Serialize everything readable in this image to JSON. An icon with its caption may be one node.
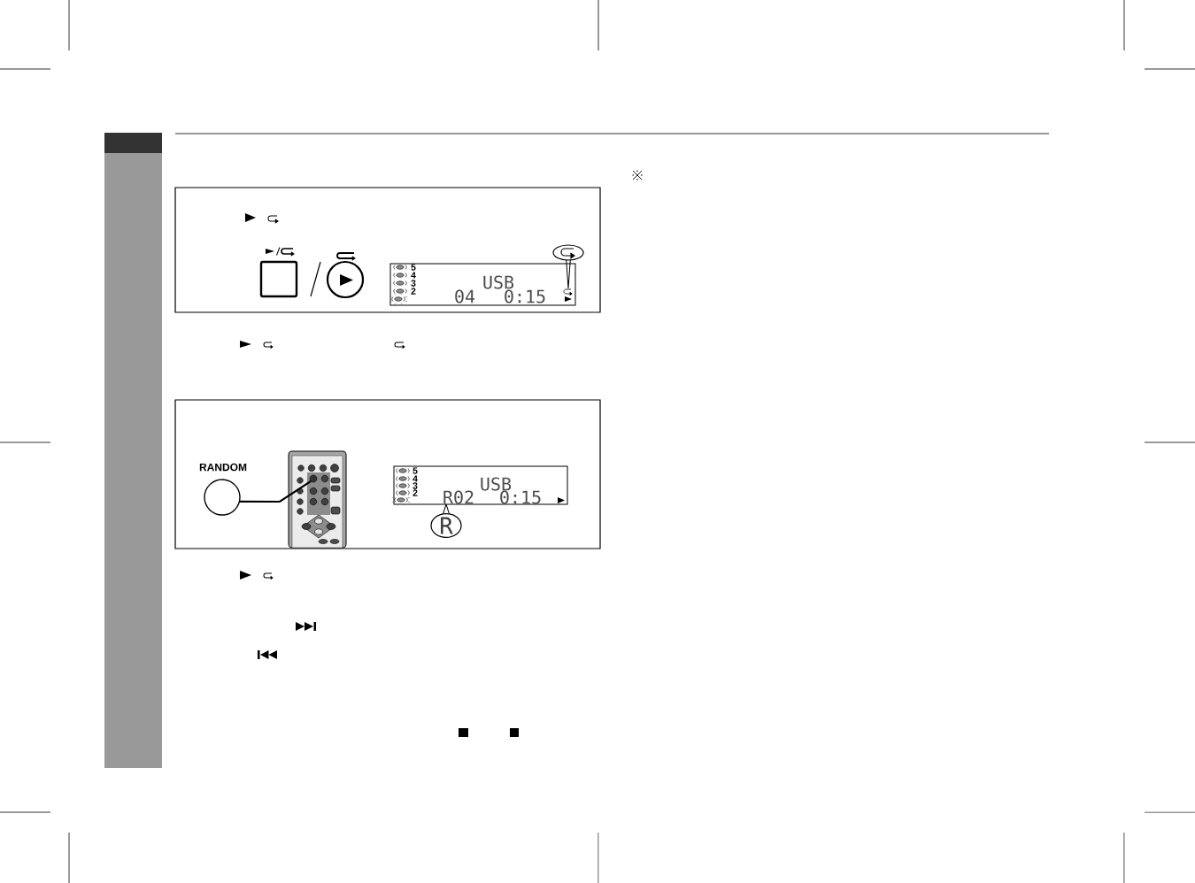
{
  "diagram": {
    "nodes": [
      {
        "text": [],
        "shape": "bar"
      },
      {
        "text": [],
        "shape": "box"
      },
      {
        "text": [],
        "shape": "box",
        "in": 1
      },
      {
        "text": [],
        "shape": "circle",
        "in": 1
      },
      {
        "text": [
          "5",
          "4",
          "3",
          "2",
          "USB",
          "04",
          "0:15"
        ],
        "in": 1
      },
      {
        "text": [],
        "shape": "picture",
        "in": 4
      },
      {
        "text": [],
        "shape": "oval",
        "in": 1
      },
      {
        "text": [],
        "shape": "box"
      },
      {
        "text": [
          "RANDOM"
        ],
        "in": 7
      },
      {
        "text": [],
        "shape": "picture",
        "in": 7
      },
      {
        "text": [],
        "shape": "circle",
        "in": 9
      },
      {
        "text": [
          "5",
          "4",
          "3",
          "2",
          "USB",
          "R02",
          "0:15"
        ],
        "in": 7
      },
      {
        "text": [
          "R"
        ],
        "in": 7
      }
    ],
    "edges": [
      {
        "from": 6,
        "to": 5,
        "arrow": "none"
      },
      {
        "from": 8,
        "to": 10,
        "arrow": "none"
      },
      {
        "from": 12,
        "to": 11,
        "arrow": "none"
      }
    ]
  }
}
